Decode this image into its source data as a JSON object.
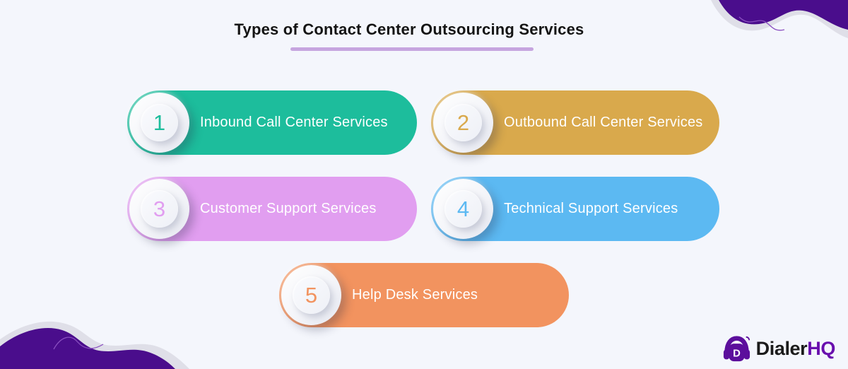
{
  "header": {
    "title": "Types of Contact Center Outsourcing Services",
    "underline_color": "#c6a5df"
  },
  "services": [
    {
      "number": "1",
      "label": "Inbound Call Center Services",
      "color": "#1dbd9c"
    },
    {
      "number": "2",
      "label": "Outbound Call Center Services",
      "color": "#d9a94c"
    },
    {
      "number": "3",
      "label": "Customer Support Services",
      "color": "#e19ef0"
    },
    {
      "number": "4",
      "label": "Technical Support Services",
      "color": "#5cb9f2"
    },
    {
      "number": "5",
      "label": "Help Desk Services",
      "color": "#f2935f"
    }
  ],
  "logo": {
    "name": "Dialer",
    "suffix": "HQ",
    "icon": "headset-d-icon",
    "icon_color": "#5c0f9c",
    "name_color": "#1b1b1b",
    "suffix_color": "#690fae"
  },
  "decor": {
    "background_color": "#f4f6fc",
    "corner_blob_color": "#4a0d8c",
    "corner_shadow_color": "#dfdfe8",
    "squiggle_color": "#8a4fc0"
  }
}
